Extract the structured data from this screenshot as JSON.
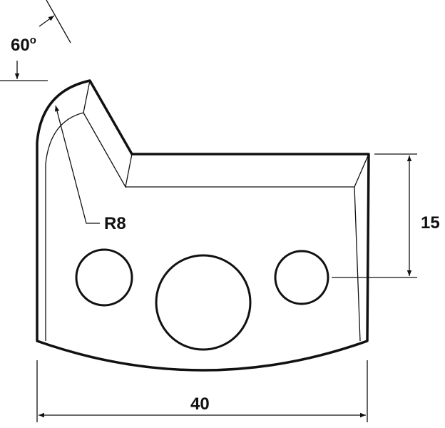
{
  "labels": {
    "angle": "60",
    "angle_unit": "o",
    "radius": "R8",
    "height": "15",
    "width": "40"
  },
  "colors": {
    "line": "#111111",
    "background": "#ffffff"
  }
}
